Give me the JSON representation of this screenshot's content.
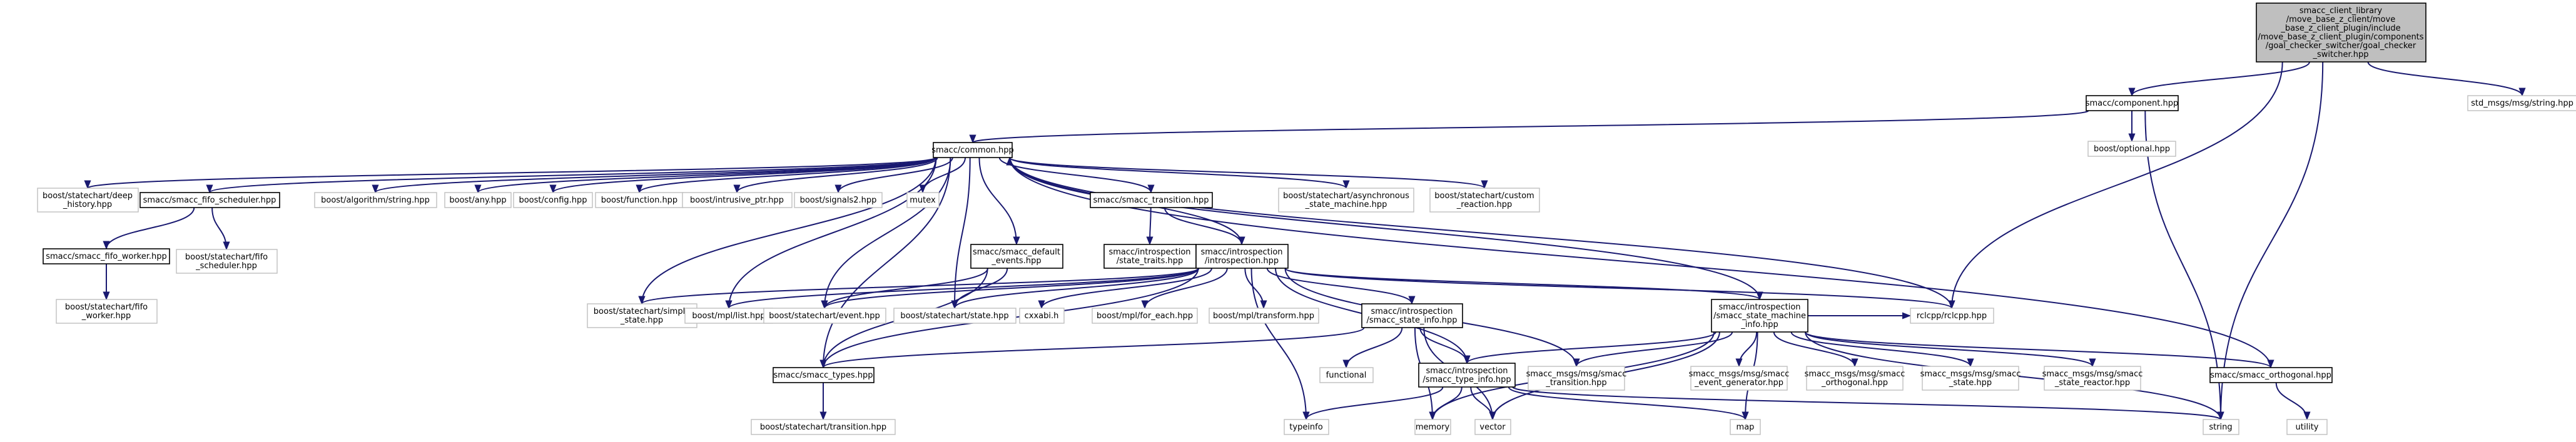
{
  "colors": {
    "edge": "#191970",
    "root_fill": "#bfbfbf",
    "boxed_border": "#000000",
    "plain_border": "#bfbfbf",
    "background": "#ffffff"
  },
  "nodes": [
    {
      "id": "root",
      "style": "root",
      "lines": [
        "smacc_client_library",
        "/move_base_z_client/move",
        "_base_z_client_plugin/include",
        "/move_base_z_client_plugin/components",
        "/goal_checker_switcher/goal_checker",
        "_switcher.hpp"
      ]
    },
    {
      "id": "component",
      "style": "main",
      "lines": [
        "smacc/component.hpp"
      ]
    },
    {
      "id": "std_msgs_string",
      "style": "plain",
      "lines": [
        "std_msgs/msg/string.hpp"
      ]
    },
    {
      "id": "common",
      "style": "main",
      "lines": [
        "smacc/common.hpp"
      ]
    },
    {
      "id": "boost_optional",
      "style": "plain",
      "lines": [
        "boost/optional.hpp"
      ]
    },
    {
      "id": "deep_history",
      "style": "plain",
      "lines": [
        "boost/statechart/deep",
        "_history.hpp"
      ]
    },
    {
      "id": "fifo_scheduler",
      "style": "main",
      "lines": [
        "smacc/smacc_fifo_scheduler.hpp"
      ]
    },
    {
      "id": "algorithm_string",
      "style": "plain",
      "lines": [
        "boost/algorithm/string.hpp"
      ]
    },
    {
      "id": "boost_any",
      "style": "plain",
      "lines": [
        "boost/any.hpp"
      ]
    },
    {
      "id": "boost_config",
      "style": "plain",
      "lines": [
        "boost/config.hpp"
      ]
    },
    {
      "id": "boost_function",
      "style": "plain",
      "lines": [
        "boost/function.hpp"
      ]
    },
    {
      "id": "intrusive_ptr",
      "style": "plain",
      "lines": [
        "boost/intrusive_ptr.hpp"
      ]
    },
    {
      "id": "signals2",
      "style": "plain",
      "lines": [
        "boost/signals2.hpp"
      ]
    },
    {
      "id": "mutex",
      "style": "plain",
      "lines": [
        "mutex"
      ]
    },
    {
      "id": "default_events",
      "style": "main",
      "lines": [
        "smacc/smacc_default",
        "_events.hpp"
      ]
    },
    {
      "id": "smacc_transition",
      "style": "main",
      "lines": [
        "smacc/smacc_transition.hpp"
      ]
    },
    {
      "id": "async_sm",
      "style": "plain",
      "lines": [
        "boost/statechart/asynchronous",
        "_state_machine.hpp"
      ]
    },
    {
      "id": "custom_reaction",
      "style": "plain",
      "lines": [
        "boost/statechart/custom",
        "_reaction.hpp"
      ]
    },
    {
      "id": "fifo_worker",
      "style": "main",
      "lines": [
        "smacc/smacc_fifo_worker.hpp"
      ]
    },
    {
      "id": "sc_fifo_scheduler",
      "style": "plain",
      "lines": [
        "boost/statechart/fifo",
        "_scheduler.hpp"
      ]
    },
    {
      "id": "state_traits",
      "style": "main",
      "lines": [
        "smacc/introspection",
        "/state_traits.hpp"
      ]
    },
    {
      "id": "introspection",
      "style": "main",
      "lines": [
        "smacc/introspection",
        "/introspection.hpp"
      ]
    },
    {
      "id": "sc_fifo_worker",
      "style": "plain",
      "lines": [
        "boost/statechart/fifo",
        "_worker.hpp"
      ]
    },
    {
      "id": "simple_state",
      "style": "plain",
      "lines": [
        "boost/statechart/simple",
        "_state.hpp"
      ]
    },
    {
      "id": "mpl_list",
      "style": "plain",
      "lines": [
        "boost/mpl/list.hpp"
      ]
    },
    {
      "id": "sc_event",
      "style": "plain",
      "lines": [
        "boost/statechart/event.hpp"
      ]
    },
    {
      "id": "sc_state",
      "style": "plain",
      "lines": [
        "boost/statechart/state.hpp"
      ]
    },
    {
      "id": "cxxabi",
      "style": "plain",
      "lines": [
        "cxxabi.h"
      ]
    },
    {
      "id": "mpl_for_each",
      "style": "plain",
      "lines": [
        "boost/mpl/for_each.hpp"
      ]
    },
    {
      "id": "mpl_transform",
      "style": "plain",
      "lines": [
        "boost/mpl/transform.hpp"
      ]
    },
    {
      "id": "state_info",
      "style": "main",
      "lines": [
        "smacc/introspection",
        "/smacc_state_info.hpp"
      ]
    },
    {
      "id": "sm_info",
      "style": "main",
      "lines": [
        "smacc/introspection",
        "/smacc_state_machine",
        "_info.hpp"
      ]
    },
    {
      "id": "rclcpp",
      "style": "plain",
      "lines": [
        "rclcpp/rclcpp.hpp"
      ]
    },
    {
      "id": "smacc_types",
      "style": "main",
      "lines": [
        "smacc/smacc_types.hpp"
      ]
    },
    {
      "id": "functional",
      "style": "plain",
      "lines": [
        "functional"
      ]
    },
    {
      "id": "type_info",
      "style": "main",
      "lines": [
        "smacc/introspection",
        "/smacc_type_info.hpp"
      ]
    },
    {
      "id": "msg_transition",
      "style": "plain",
      "lines": [
        "smacc_msgs/msg/smacc",
        "_transition.hpp"
      ]
    },
    {
      "id": "msg_event_gen",
      "style": "plain",
      "lines": [
        "smacc_msgs/msg/smacc",
        "_event_generator.hpp"
      ]
    },
    {
      "id": "msg_orthogonal",
      "style": "plain",
      "lines": [
        "smacc_msgs/msg/smacc",
        "_orthogonal.hpp"
      ]
    },
    {
      "id": "msg_state",
      "style": "plain",
      "lines": [
        "smacc_msgs/msg/smacc",
        "_state.hpp"
      ]
    },
    {
      "id": "msg_state_reactor",
      "style": "plain",
      "lines": [
        "smacc_msgs/msg/smacc",
        "_state_reactor.hpp"
      ]
    },
    {
      "id": "smacc_orthogonal",
      "style": "main",
      "lines": [
        "smacc/smacc_orthogonal.hpp"
      ]
    },
    {
      "id": "sc_transition",
      "style": "plain",
      "lines": [
        "boost/statechart/transition.hpp"
      ]
    },
    {
      "id": "typeinfo",
      "style": "plain",
      "lines": [
        "typeinfo"
      ]
    },
    {
      "id": "memory",
      "style": "plain",
      "lines": [
        "memory"
      ]
    },
    {
      "id": "vector",
      "style": "plain",
      "lines": [
        "vector"
      ]
    },
    {
      "id": "map",
      "style": "plain",
      "lines": [
        "map"
      ]
    },
    {
      "id": "string",
      "style": "plain",
      "lines": [
        "string"
      ]
    },
    {
      "id": "utility",
      "style": "plain",
      "lines": [
        "utility"
      ]
    }
  ],
  "edges": [
    [
      "root",
      "component"
    ],
    [
      "root",
      "std_msgs_string"
    ],
    [
      "root",
      "rclcpp"
    ],
    [
      "root",
      "string"
    ],
    [
      "component",
      "common"
    ],
    [
      "component",
      "boost_optional"
    ],
    [
      "component",
      "string"
    ],
    [
      "common",
      "deep_history"
    ],
    [
      "common",
      "fifo_scheduler"
    ],
    [
      "common",
      "algorithm_string"
    ],
    [
      "common",
      "boost_any"
    ],
    [
      "common",
      "boost_config"
    ],
    [
      "common",
      "boost_function"
    ],
    [
      "common",
      "intrusive_ptr"
    ],
    [
      "common",
      "signals2"
    ],
    [
      "common",
      "mutex"
    ],
    [
      "common",
      "default_events"
    ],
    [
      "common",
      "smacc_transition"
    ],
    [
      "common",
      "async_sm"
    ],
    [
      "common",
      "custom_reaction"
    ],
    [
      "common",
      "introspection"
    ],
    [
      "common",
      "simple_state"
    ],
    [
      "common",
      "mpl_list"
    ],
    [
      "common",
      "sc_event"
    ],
    [
      "common",
      "sc_state"
    ],
    [
      "common",
      "smacc_types"
    ],
    [
      "common",
      "rclcpp"
    ],
    [
      "common",
      "sm_info"
    ],
    [
      "fifo_scheduler",
      "fifo_worker"
    ],
    [
      "fifo_scheduler",
      "sc_fifo_scheduler"
    ],
    [
      "fifo_worker",
      "sc_fifo_worker"
    ],
    [
      "default_events",
      "sc_event"
    ],
    [
      "default_events",
      "sc_state"
    ],
    [
      "smacc_transition",
      "state_traits"
    ],
    [
      "smacc_transition",
      "introspection"
    ],
    [
      "introspection",
      "simple_state"
    ],
    [
      "introspection",
      "mpl_list"
    ],
    [
      "introspection",
      "sc_event"
    ],
    [
      "introspection",
      "sc_state"
    ],
    [
      "introspection",
      "cxxabi"
    ],
    [
      "introspection",
      "mpl_for_each"
    ],
    [
      "introspection",
      "mpl_transform"
    ],
    [
      "introspection",
      "state_info"
    ],
    [
      "introspection",
      "sm_info"
    ],
    [
      "introspection",
      "rclcpp"
    ],
    [
      "introspection",
      "smacc_types"
    ],
    [
      "introspection",
      "typeinfo"
    ],
    [
      "introspection",
      "type_info"
    ],
    [
      "introspection",
      "msg_transition"
    ],
    [
      "state_info",
      "smacc_types"
    ],
    [
      "state_info",
      "functional"
    ],
    [
      "state_info",
      "type_info"
    ],
    [
      "state_info",
      "memory"
    ],
    [
      "state_info",
      "vector"
    ],
    [
      "sm_info",
      "rclcpp"
    ],
    [
      "sm_info",
      "msg_transition"
    ],
    [
      "sm_info",
      "msg_event_gen"
    ],
    [
      "sm_info",
      "msg_orthogonal"
    ],
    [
      "sm_info",
      "msg_state"
    ],
    [
      "sm_info",
      "msg_state_reactor"
    ],
    [
      "sm_info",
      "smacc_orthogonal"
    ],
    [
      "sm_info",
      "memory"
    ],
    [
      "sm_info",
      "vector"
    ],
    [
      "sm_info",
      "map"
    ],
    [
      "sm_info",
      "string"
    ],
    [
      "sm_info",
      "type_info"
    ],
    [
      "type_info",
      "typeinfo"
    ],
    [
      "type_info",
      "memory"
    ],
    [
      "type_info",
      "vector"
    ],
    [
      "type_info",
      "map"
    ],
    [
      "type_info",
      "string"
    ],
    [
      "smacc_types",
      "sc_transition"
    ],
    [
      "smacc_orthogonal",
      "utility"
    ],
    [
      "smacc_orthogonal",
      "common"
    ],
    [
      "default_events",
      "smacc_types"
    ]
  ]
}
